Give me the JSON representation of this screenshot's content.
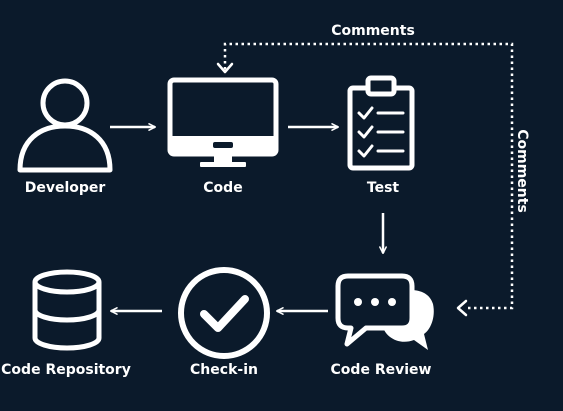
{
  "diagram": {
    "nodes": {
      "developer": {
        "label": "Developer",
        "icon": "person-icon"
      },
      "code": {
        "label": "Code",
        "icon": "monitor-icon"
      },
      "test": {
        "label": "Test",
        "icon": "clipboard-checklist-icon"
      },
      "code_review": {
        "label": "Code Review",
        "icon": "chat-bubbles-icon"
      },
      "check_in": {
        "label": "Check-in",
        "icon": "check-circle-icon"
      },
      "code_repository": {
        "label": "Code Repository",
        "icon": "database-icon"
      }
    },
    "edges": {
      "comments_top": "Comments",
      "comments_side": "Comments"
    },
    "colors": {
      "background": "#0b1a2b",
      "foreground": "#ffffff"
    }
  }
}
